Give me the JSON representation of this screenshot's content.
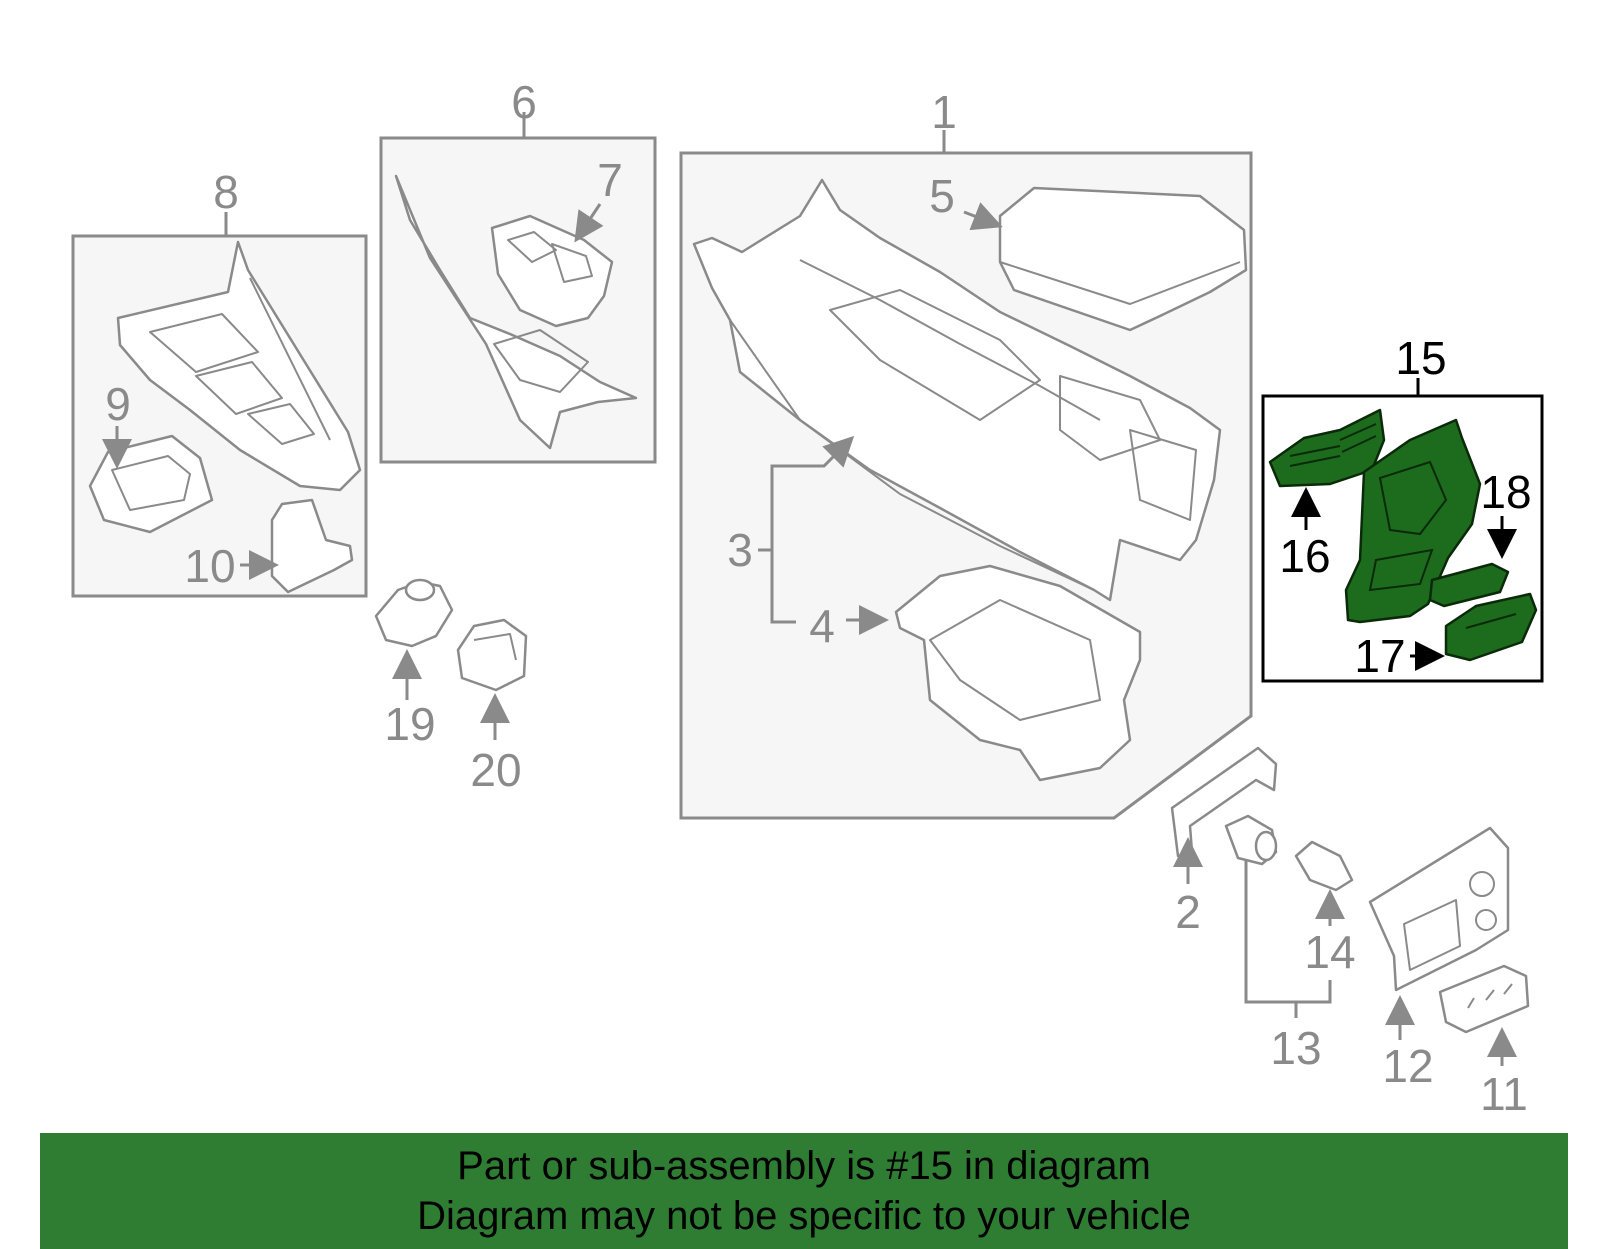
{
  "callouts": {
    "c1": "1",
    "c2": "2",
    "c3": "3",
    "c4": "4",
    "c5": "5",
    "c6": "6",
    "c7": "7",
    "c8": "8",
    "c9": "9",
    "c10": "10",
    "c11": "11",
    "c12": "12",
    "c13": "13",
    "c14": "14",
    "c15": "15",
    "c16": "16",
    "c17": "17",
    "c18": "18",
    "c19": "19",
    "c20": "20"
  },
  "highlighted_part": "15",
  "colors": {
    "banner": "#2e7d32",
    "highlight_part": "#1d6b1d",
    "line_art": "#8a8a8a"
  },
  "banner": {
    "line1": "Part or sub-assembly is #15 in diagram",
    "line2": "Diagram may not be specific to your vehicle"
  }
}
